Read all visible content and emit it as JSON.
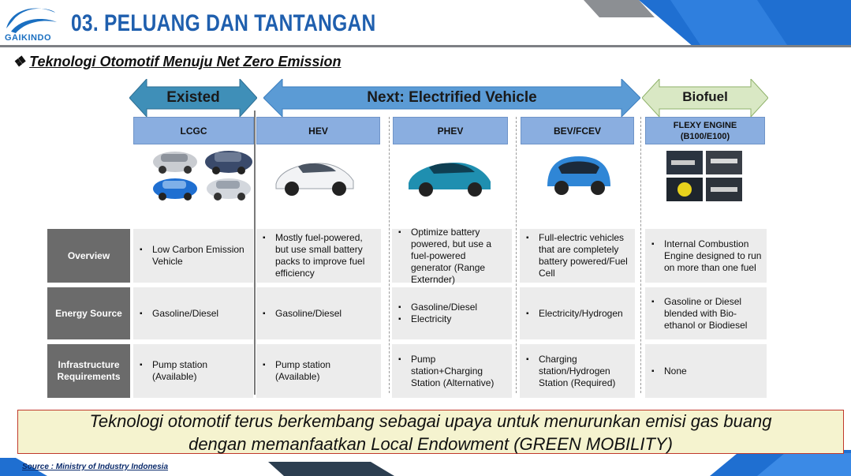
{
  "header": {
    "logo_text": "GAIKINDO",
    "title": "03. PELUANG DAN TANTANGAN"
  },
  "subtitle": {
    "bullet": "❖",
    "text": "Teknologi Otomotif Menuju Net Zero Emission"
  },
  "arrows": {
    "existed": "Existed",
    "next": "Next: Electrified Vehicle",
    "biofuel": "Biofuel"
  },
  "columns": [
    {
      "label": "LCGC",
      "sub": ""
    },
    {
      "label": "HEV",
      "sub": ""
    },
    {
      "label": "PHEV",
      "sub": ""
    },
    {
      "label": "BEV/FCEV",
      "sub": ""
    },
    {
      "label": "FLEXY ENGINE",
      "sub": "(B100/E100)"
    }
  ],
  "rows": [
    {
      "label_line1": "Overview",
      "label_line2": "",
      "cells": [
        [
          "Low Carbon Emission Vehicle"
        ],
        [
          "Mostly fuel-powered, but use small battery packs to improve fuel efficiency"
        ],
        [
          "Optimize battery powered, but use a fuel-powered generator (Range Externder)"
        ],
        [
          "Full-electric vehicles that are completely battery powered/Fuel Cell"
        ],
        [
          "Internal Combustion Engine designed to run on more than one fuel"
        ]
      ]
    },
    {
      "label_line1": "Energy Source",
      "label_line2": "",
      "cells": [
        [
          "Gasoline/Diesel"
        ],
        [
          "Gasoline/Diesel"
        ],
        [
          "Gasoline/Diesel",
          "Electricity"
        ],
        [
          "Electricity/Hydrogen"
        ],
        [
          "Gasoline or Diesel blended with Bio-ethanol or Biodiesel"
        ]
      ]
    },
    {
      "label_line1": "Infrastructure",
      "label_line2": "Requirements",
      "cells": [
        [
          "Pump station (Available)"
        ],
        [
          "Pump station (Available)"
        ],
        [
          "Pump station+Charging Station (Alternative)"
        ],
        [
          "Charging station/Hydrogen Station (Required)"
        ],
        [
          "None"
        ]
      ]
    }
  ],
  "bottom_note": {
    "line1": "Teknologi otomotif terus berkembang sebagai upaya untuk menurunkan emisi gas buang",
    "line2": "dengan memanfaatkan Local Endowment (GREEN MOBILITY)"
  },
  "source": "Source : Ministry of Industry Indonesia",
  "colors": {
    "title_blue": "#1f5fae",
    "arrow_blue": "#5b9bd5",
    "arrow_teal": "#3f8fb8",
    "arrow_green": "#d9e8c4",
    "column_header": "#8aaee0",
    "row_label": "#6b6b6b",
    "cell_bg": "#ececec",
    "note_bg": "#f5f3cf",
    "note_border": "#c0392b"
  }
}
